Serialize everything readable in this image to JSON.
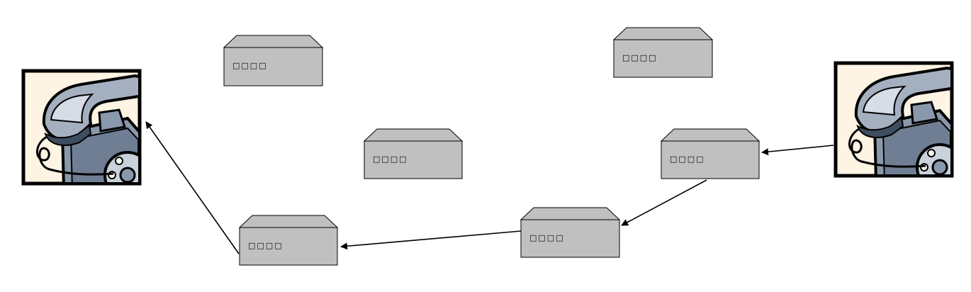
{
  "diagram": {
    "title": "",
    "nodes": [
      {
        "id": "n1",
        "label": "□□□□"
      },
      {
        "id": "n2",
        "label": "□□□□"
      },
      {
        "id": "n3",
        "label": "□□□□"
      },
      {
        "id": "n4",
        "label": "□□□□"
      },
      {
        "id": "n5",
        "label": "□□□□"
      },
      {
        "id": "n6",
        "label": "□□□□"
      }
    ],
    "endpoints": [
      {
        "id": "phone-left",
        "icon": "telephone-icon"
      },
      {
        "id": "phone-right",
        "icon": "telephone-icon"
      }
    ],
    "path": [
      "phone-right",
      "n4",
      "n5",
      "n6",
      "phone-left"
    ],
    "colors": {
      "node_fill": "#c0c0c0",
      "node_stroke": "#000000",
      "phone_frame_bg": "#fdf4e3",
      "phone_body": "#8a98ab",
      "phone_dark": "#3f4d60",
      "phone_light": "#d6dde6"
    }
  }
}
